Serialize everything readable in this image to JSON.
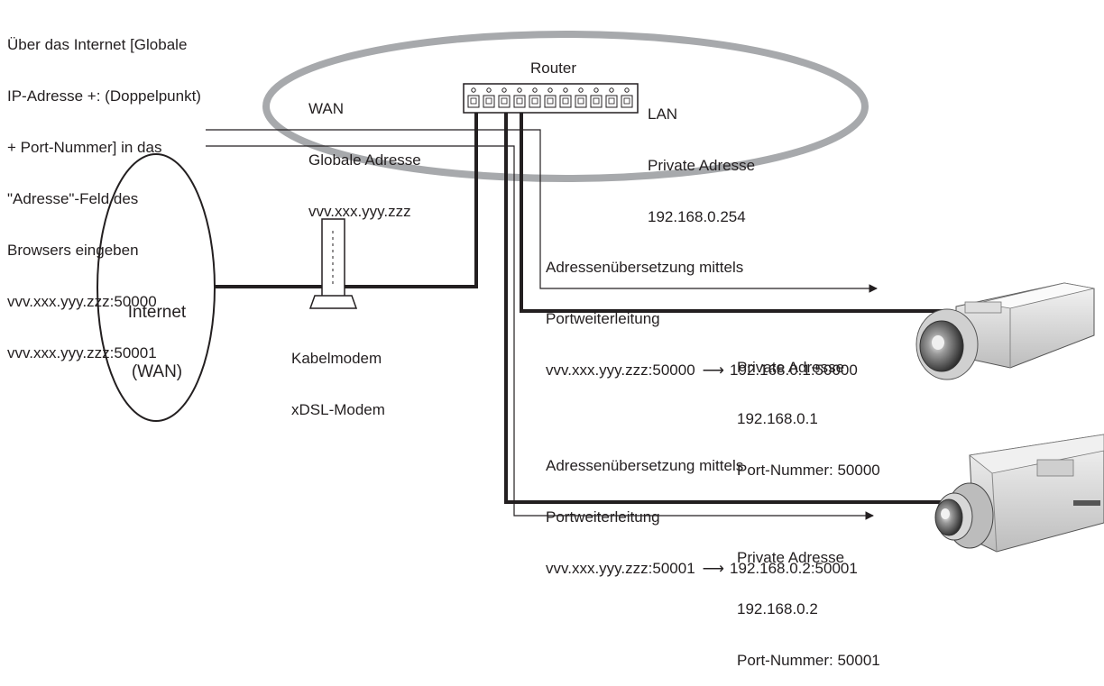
{
  "instruction": {
    "lines": [
      "Über das Internet [Globale",
      "IP-Adresse +: (Doppelpunkt)",
      "+ Port-Nummer] in das",
      "\"Adresse\"-Feld des",
      "Browsers eingeben"
    ],
    "url1": "vvv.xxx.yyy.zzz:50000",
    "url2": "vvv.xxx.yyy.zzz:50001"
  },
  "wan": {
    "title": "WAN",
    "label": "Globale Adresse",
    "address": "vvv.xxx.yyy.zzz"
  },
  "router": {
    "title": "Router"
  },
  "lan": {
    "title": "LAN",
    "label": "Private Adresse",
    "address": "192.168.0.254"
  },
  "internet": {
    "line1": "Internet",
    "line2": "(WAN)"
  },
  "modem": {
    "line1": "Kabelmodem",
    "line2": "xDSL-Modem"
  },
  "forwarding": [
    {
      "title": "Adressenübersetzung mittels",
      "subtitle": "Portweiterleitung",
      "from": "vvv.xxx.yyy.zzz:50000",
      "arrow": "⟶",
      "to": "192.168.0.1:50000"
    },
    {
      "title": "Adressenübersetzung mittels",
      "subtitle": "Portweiterleitung",
      "from": "vvv.xxx.yyy.zzz:50001",
      "arrow": "⟶",
      "to": "192.168.0.2:50001"
    }
  ],
  "cameras": [
    {
      "label": "Private Adresse",
      "address": "192.168.0.1",
      "port": "Port-Nummer: 50000"
    },
    {
      "label": "Private Adresse",
      "address": "192.168.0.2",
      "port": "Port-Nummer: 50001"
    }
  ]
}
